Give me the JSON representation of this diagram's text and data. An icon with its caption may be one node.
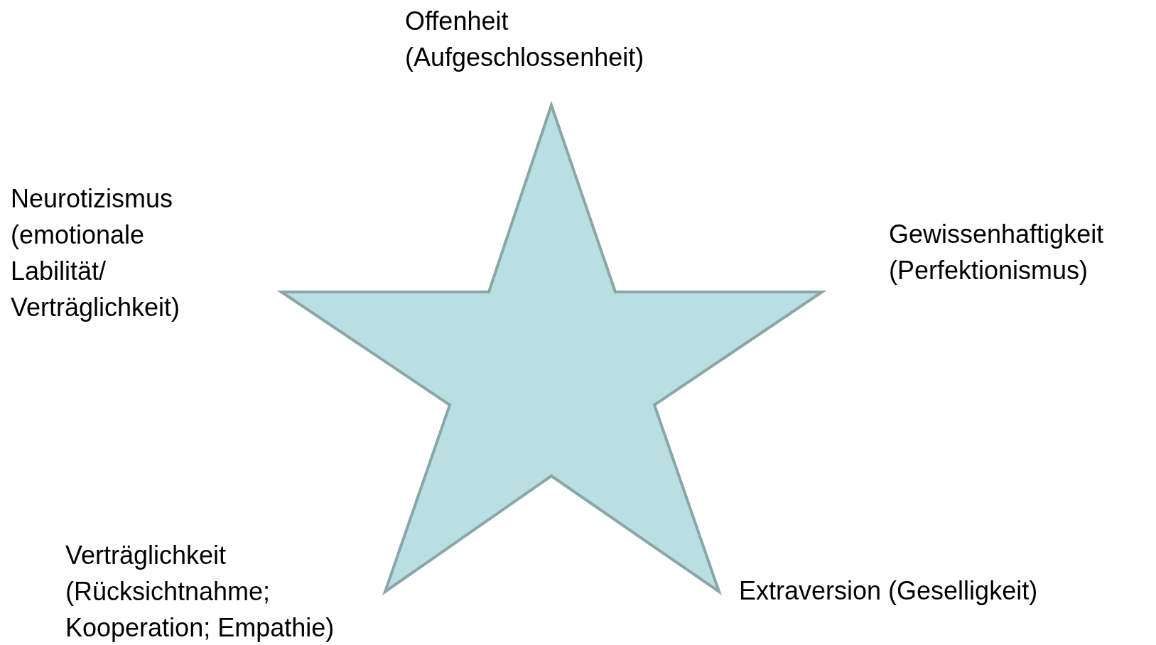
{
  "diagram": {
    "nodes": [
      {
        "text": [],
        "shape": "star"
      }
    ],
    "labels": [
      "Offenheit (Aufgeschlossenheit)",
      "Neurotizismus (emotionale Labilität/ Verträglichkeit)",
      "Gewissenhaftigkeit (Perfektionismus)",
      "Verträglichkeit (Rücksichtnahme; Kooperation; Empathie)",
      "Extraversion (Geselligkeit)"
    ]
  }
}
